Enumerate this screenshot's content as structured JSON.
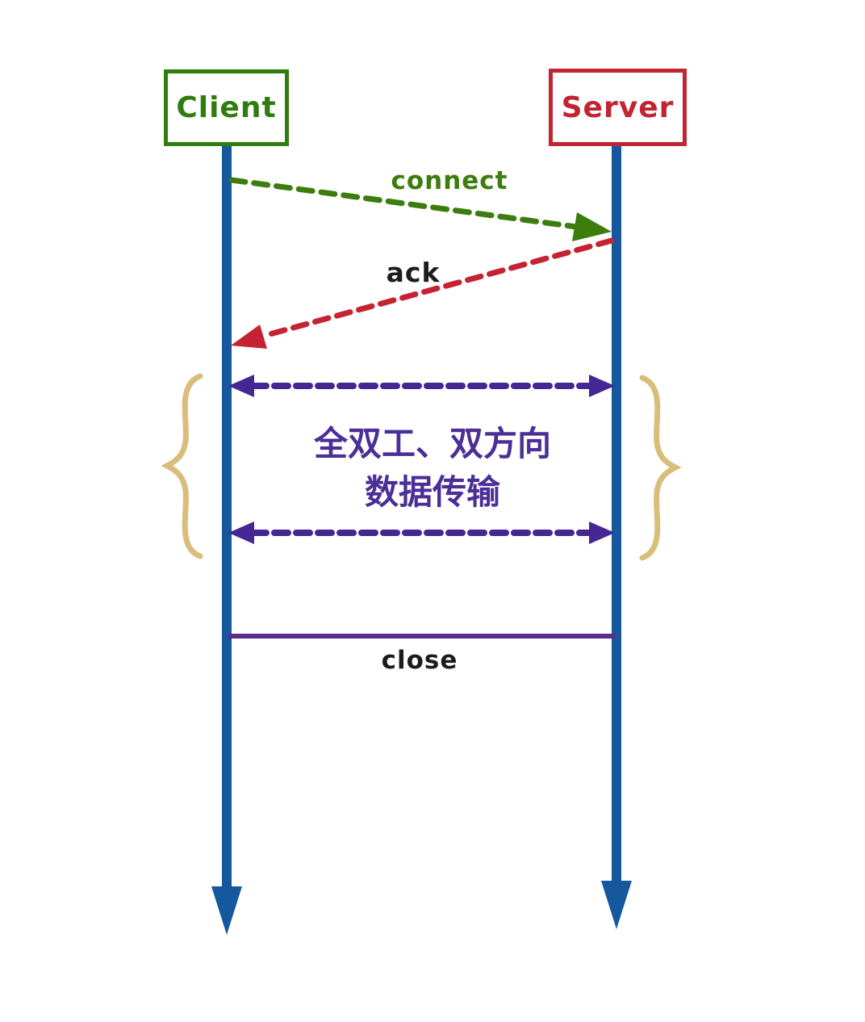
{
  "actors": {
    "client": {
      "label": "Client",
      "color": "#2e7d0e"
    },
    "server": {
      "label": "Server",
      "color": "#c12433"
    }
  },
  "lifeline": {
    "color": "#15589e",
    "arrow_direction": "down"
  },
  "messages": {
    "connect": {
      "label": "connect",
      "color": "#3c7d0d",
      "from": "client",
      "to": "server",
      "line_style": "dashed"
    },
    "ack": {
      "label": "ack",
      "label_color": "#1c1c1c",
      "color": "#c52233",
      "from": "server",
      "to": "client",
      "line_style": "dashed"
    },
    "duplex": {
      "count": 2,
      "color": "#452693",
      "direction": "bidirectional",
      "line_style": "dashed"
    },
    "close": {
      "label": "close",
      "label_color": "#1c1c1c",
      "color": "#5b2b8e",
      "line_style": "solid"
    }
  },
  "annotation": {
    "lines": [
      "全双工、双方向",
      "数据传输"
    ],
    "color": "#4b2e96"
  },
  "braces": {
    "color": "#d9bd7b",
    "sides": [
      "left",
      "right"
    ]
  }
}
